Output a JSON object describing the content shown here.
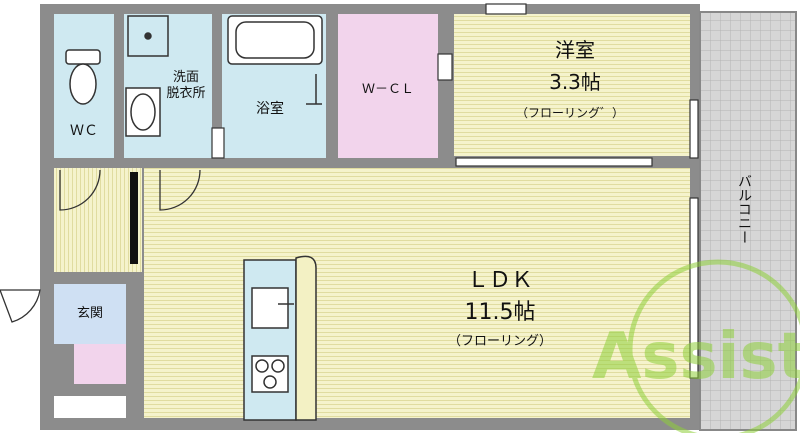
{
  "rooms": {
    "western": {
      "name": "洋室",
      "size": "3.3帖",
      "floor": "（フローリング゛）"
    },
    "ldk": {
      "name": "ＬＤＫ",
      "size": "11.5帖",
      "floor": "（フローリング）"
    },
    "wc": "ＷＣ",
    "washroom_line1": "洗面",
    "washroom_line2": "脱衣所",
    "bath": "浴室",
    "wcl": "Ｗ－ＣＬ",
    "entrance": "玄関",
    "balcony": "バルコニー"
  },
  "watermark": "Assist",
  "colors": {
    "wall": "#8c8c8c",
    "yellow_floor": "#f3f1c4",
    "blue_floor": "#cfe9f1",
    "pink_floor": "#f2d4ec",
    "entrance_floor": "#cfe0f3",
    "balcony": "#d4d4d4",
    "watermark": "#8fcf3a"
  }
}
